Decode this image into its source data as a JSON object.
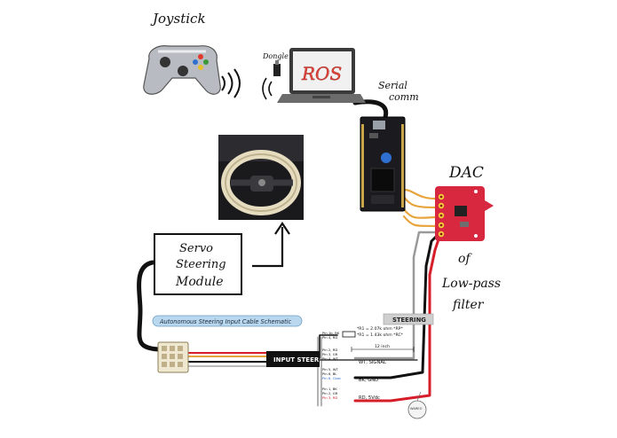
{
  "labels": {
    "joystick": "Joystick",
    "dongle": "Dongle",
    "ros": "ROS",
    "serial_line1": "Serial",
    "serial_line2": "comm",
    "dac": "DAC",
    "of": "of",
    "lowpass_line1": "Low-pass",
    "lowpass_line2": "filter",
    "servo_line1": "Servo",
    "servo_line2": "Steering",
    "servo_line3": "Module"
  },
  "schematic": {
    "banner": "Autonomous Steering Input Cable Schematic",
    "input_steer": "INPUT STEER",
    "steering": "STEERING",
    "twelve_inch": "12 inch",
    "res1": "*R1 = 2.07k ohm *RP*",
    "res2": "*R1 = 1.43k ohm *RC*",
    "wt_signal": "WT, SIGNAL",
    "bk_gnd": "BK, GND",
    "rd_5vdc": "RD, 5Vdc",
    "pin_group1": [
      "Pin 1b, BK",
      "Pin 4, RD"
    ],
    "pin_group2": [
      "Pin 2, RD",
      "Pin 3, GR",
      "Pin 4, WT"
    ],
    "pin_group3": [
      "Pin 5, WT",
      "Pin 6, BL",
      "Pin 6, Cbac"
    ],
    "pin_group4": [
      "Pin 1, BK",
      "Pin 2, GR",
      "Pin 3, RD"
    ],
    "tag": "WAREO"
  },
  "colors": {
    "wire_black": "#111111",
    "wire_red": "#d61e2a",
    "wire_orange": "#e8a33a",
    "wire_gray": "#9a9a9a",
    "dac_board": "#d8283f",
    "banner_fill": "#b9d7ee"
  },
  "icons": [
    "gamepad-icon",
    "wireless-signal-icon",
    "laptop-icon",
    "usb-dongle-icon",
    "microcontroller-board-icon",
    "steering-wheel-photo",
    "dac-board-icon",
    "connector-icon"
  ]
}
